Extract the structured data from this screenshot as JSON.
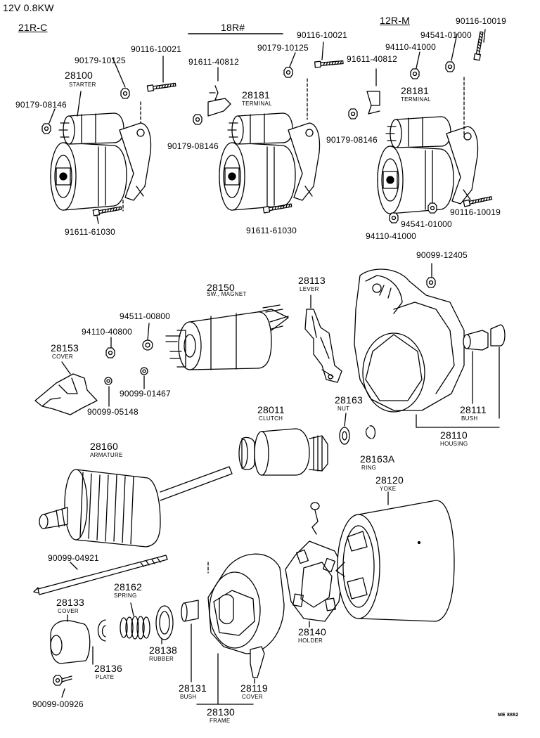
{
  "header": {
    "spec": "12V 0.8KW",
    "variant_left": "21R-C",
    "variant_mid": "18R#",
    "variant_right": "12R-M"
  },
  "labels": [
    {
      "name": "label-28100",
      "text": "28100",
      "sub": "STARTER"
    },
    {
      "name": "label-90116-10021-a",
      "text": "90116-10021"
    },
    {
      "name": "label-90179-10125-a",
      "text": "90179-10125"
    },
    {
      "name": "label-90179-08146-a",
      "text": "90179-08146"
    },
    {
      "name": "label-91611-61030-a",
      "text": "91611-61030"
    },
    {
      "name": "label-91611-40812-a",
      "text": "91611-40812"
    },
    {
      "name": "label-28181-a",
      "text": "28181",
      "sub": "TERMINAL"
    },
    {
      "name": "label-90179-08146-b",
      "text": "90179-08146"
    },
    {
      "name": "label-91611-61030-b",
      "text": "91611-61030"
    },
    {
      "name": "label-90116-10021-b",
      "text": "90116-10021"
    },
    {
      "name": "label-90179-10125-b",
      "text": "90179-10125"
    },
    {
      "name": "label-91611-40812-b",
      "text": "91611-40812"
    },
    {
      "name": "label-90116-10019-a",
      "text": "90116-10019"
    },
    {
      "name": "label-94541-01000-a",
      "text": "94541-01000"
    },
    {
      "name": "label-94110-41000-a",
      "text": "94110-41000"
    },
    {
      "name": "label-28181-b",
      "text": "28181",
      "sub": "TERMINAL"
    },
    {
      "name": "label-90179-08146-c",
      "text": "90179-08146"
    },
    {
      "name": "label-90116-10019-b",
      "text": "90116-10019"
    },
    {
      "name": "label-94541-01000-b",
      "text": "94541-01000"
    },
    {
      "name": "label-94110-41000-b",
      "text": "94110-41000"
    },
    {
      "name": "label-90099-12405",
      "text": "90099-12405"
    },
    {
      "name": "label-28150",
      "text": "28150",
      "sub": "SW., MAGNET"
    },
    {
      "name": "label-28113",
      "text": "28113",
      "sub": "LEVER"
    },
    {
      "name": "label-94511-00800",
      "text": "94511-00800"
    },
    {
      "name": "label-94110-40800",
      "text": "94110-40800"
    },
    {
      "name": "label-28153",
      "text": "28153",
      "sub": "COVER"
    },
    {
      "name": "label-90099-01467",
      "text": "90099-01467"
    },
    {
      "name": "label-90099-05148",
      "text": "90099-05148"
    },
    {
      "name": "label-28111",
      "text": "28111",
      "sub": "BUSH"
    },
    {
      "name": "label-28110",
      "text": "28110",
      "sub": "HOUSING"
    },
    {
      "name": "label-28011",
      "text": "28011",
      "sub": "CLUTCH"
    },
    {
      "name": "label-28163",
      "text": "28163",
      "sub": "NUT"
    },
    {
      "name": "label-28163a",
      "text": "28163A",
      "sub": "RING"
    },
    {
      "name": "label-28160",
      "text": "28160",
      "sub": "ARMATURE"
    },
    {
      "name": "label-28120",
      "text": "28120",
      "sub": "YOKE"
    },
    {
      "name": "label-90099-04921",
      "text": "90099-04921"
    },
    {
      "name": "label-28162",
      "text": "28162",
      "sub": "SPRING"
    },
    {
      "name": "label-28133",
      "text": "28133",
      "sub": "COVER"
    },
    {
      "name": "label-28138",
      "text": "28138",
      "sub": "RUBBER"
    },
    {
      "name": "label-28136",
      "text": "28136",
      "sub": "PLATE"
    },
    {
      "name": "label-28140",
      "text": "28140",
      "sub": "HOLDER"
    },
    {
      "name": "label-28131",
      "text": "28131",
      "sub": "BUSH"
    },
    {
      "name": "label-28119",
      "text": "28119",
      "sub": "COVER"
    },
    {
      "name": "label-28130",
      "text": "28130",
      "sub": "FRAME"
    },
    {
      "name": "label-90099-00926",
      "text": "90099-00926"
    }
  ],
  "footer": {
    "code": "ME 8882"
  }
}
